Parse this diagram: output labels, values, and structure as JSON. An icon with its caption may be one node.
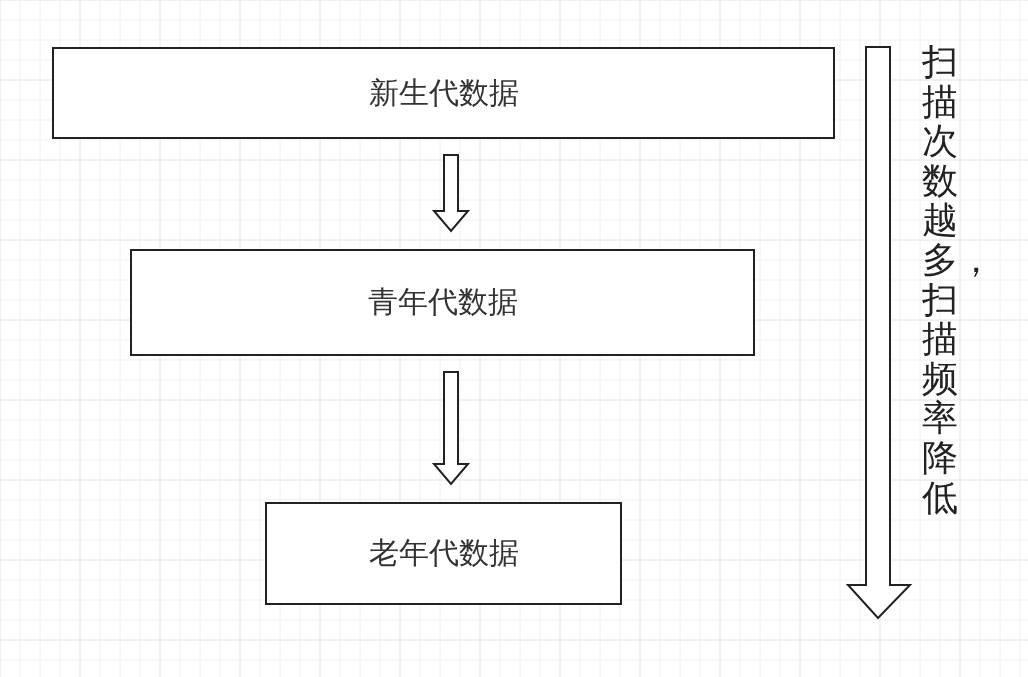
{
  "diagram": {
    "nodes": [
      {
        "text": [
          "新生代数据"
        ]
      },
      {
        "text": [
          "青年代数据"
        ]
      },
      {
        "text": [
          "老年代数据"
        ]
      }
    ],
    "edges": [
      {
        "from": 0,
        "to": 1,
        "arrow": "to"
      },
      {
        "from": 1,
        "to": 2,
        "arrow": "to"
      }
    ],
    "labels": [
      "扫描次数越多，扫描频率降低"
    ]
  }
}
